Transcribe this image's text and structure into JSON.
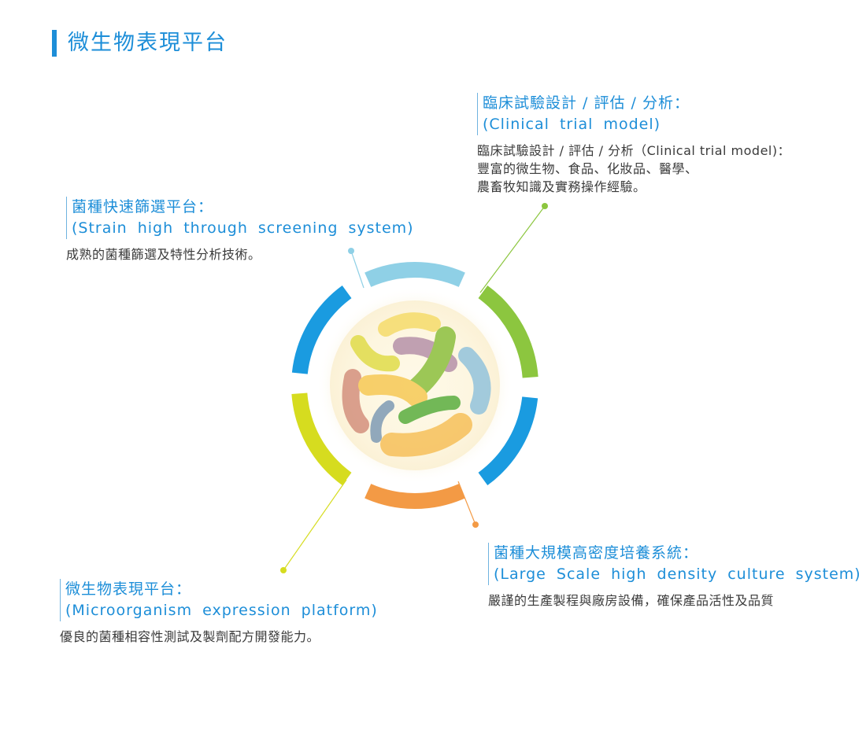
{
  "title": "微生物表現平台",
  "sections": {
    "clinical": {
      "heading_zh": "臨床試驗設計 / 評估 / 分析：",
      "heading_en": "(Clinical trial model)",
      "desc_lines": [
        "臨床試驗設計 / 評估 / 分析（Clinical trial model)：",
        "豐富的微生物、食品、化妝品、醫學、",
        "農畜牧知識及實務操作經驗。"
      ],
      "color": "#8cc63f"
    },
    "screening": {
      "heading_zh": "菌種快速篩選平台：",
      "heading_en": "(Strain high through screening system)",
      "desc_lines": [
        "成熟的菌種篩選及特性分析技術。"
      ],
      "color": "#8fd0e6"
    },
    "large_scale": {
      "heading_zh": "菌種大規模高密度培養系統：",
      "heading_en": "(Large Scale high density culture system)",
      "desc_lines": [
        "嚴謹的生產製程與廠房設備，確保產品活性及品質"
      ],
      "color": "#f39a45"
    },
    "expression": {
      "heading_zh": "微生物表現平台：",
      "heading_en": "(Microorganism expression platform)",
      "desc_lines": [
        "優良的菌種相容性測試及製劑配方開發能力。"
      ],
      "color": "#d6dc1f"
    }
  },
  "ring_colors": {
    "top": "#8fd0e6",
    "right_upper": "#8cc63f",
    "right_lower": "#1a9be0",
    "bottom": "#f39a45",
    "left_lower": "#d6dc1f",
    "left_upper": "#1a9be0"
  },
  "microbe_colors": [
    "#f5dc6b",
    "#e0dc4a",
    "#b691a9",
    "#8cbf3e",
    "#93c3dc",
    "#d4917e",
    "#f6c955",
    "#7f9bb5",
    "#5aae3f",
    "#f7c05a"
  ]
}
